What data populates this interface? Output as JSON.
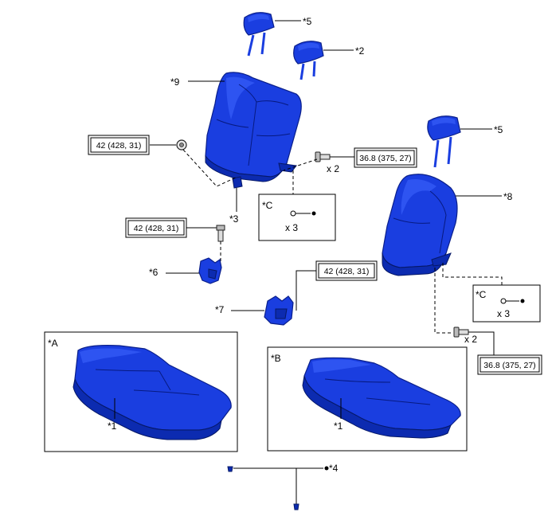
{
  "labels": {
    "star5_top": "*5",
    "star2": "*2",
    "star9": "*9",
    "star5_right": "*5",
    "star8": "*8",
    "star3": "*3",
    "star6": "*6",
    "star7": "*7",
    "starC_left": "*C",
    "starC_right": "*C",
    "starA": "*A",
    "starB": "*B",
    "star1_left": "*1",
    "star1_right": "*1",
    "star4": "*4"
  },
  "counts": {
    "x2_upper": "x 2",
    "x3_left": "x 3",
    "x3_right": "x 3",
    "x2_lower": "x 2"
  },
  "torques": {
    "t_left_upper": "42 (428, 31)",
    "t_right_upper": "36.8 (375, 27)",
    "t_left_mid": "42 (428, 31)",
    "t_mid": "42 (428, 31)",
    "t_right_lower": "36.8 (375, 27)"
  },
  "colors": {
    "part_blue": "#1a3ee0",
    "outline": "#000000"
  }
}
